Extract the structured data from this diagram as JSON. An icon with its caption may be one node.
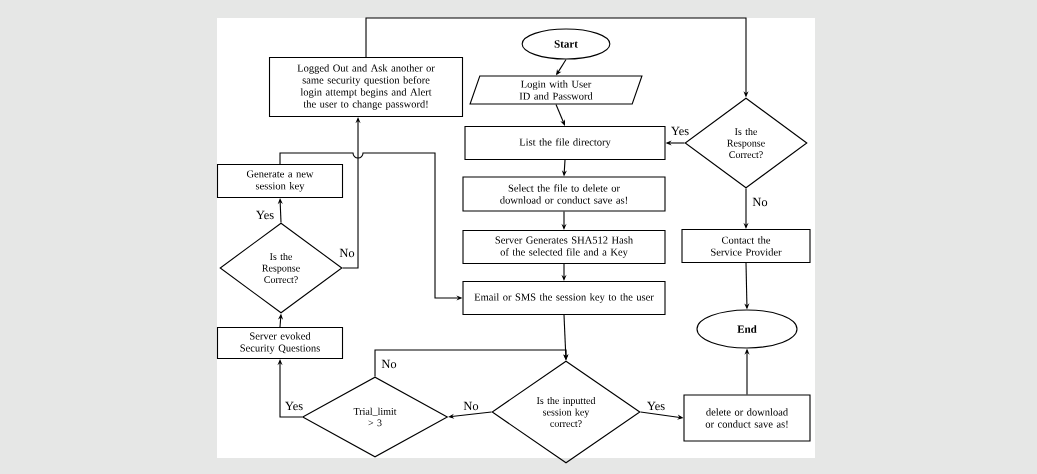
{
  "diagram": {
    "nodes": [
      {
        "text": [
          "Start"
        ]
      },
      {
        "text": [
          "Logged Out and Ask another or same security question before login attempt begins and Alert the user to change password!"
        ]
      },
      {
        "text": [
          "Login with User ID and Password"
        ]
      },
      {
        "text": [
          "List the file directory"
        ]
      },
      {
        "text": [
          "Is the Response Correct?"
        ]
      },
      {
        "text": [
          "Generate a new session key"
        ]
      },
      {
        "text": [
          "Select the file to delete or download or conduct save as!"
        ]
      },
      {
        "text": [
          "Server Generates SHA512 Hash of the selected file and a Key"
        ]
      },
      {
        "text": [
          "Contact the Service Provider"
        ]
      },
      {
        "text": [
          "Is the Response Correct?"
        ]
      },
      {
        "text": [
          "Email or SMS the session key to the user"
        ]
      },
      {
        "text": [
          "End"
        ]
      },
      {
        "text": [
          "Server evoked Security Questions"
        ]
      },
      {
        "text": [
          "Trial_limit > 3"
        ]
      },
      {
        "text": [
          "Is the inputted session key correct?"
        ]
      },
      {
        "text": [
          "delete or download or conduct save as!"
        ]
      }
    ],
    "edges": [
      {
        "from": 0,
        "to": 2,
        "arrow": "to"
      },
      {
        "from": 2,
        "to": 3,
        "arrow": "to"
      },
      {
        "from": 3,
        "to": 6,
        "arrow": "to"
      },
      {
        "from": 6,
        "to": 7,
        "arrow": "to"
      },
      {
        "from": 7,
        "to": 10,
        "arrow": "to"
      },
      {
        "from": 10,
        "to": 14,
        "arrow": "to"
      },
      {
        "from": 14,
        "to": 15,
        "arrow": "to",
        "label": "Yes"
      },
      {
        "from": 15,
        "to": 11,
        "arrow": "to"
      },
      {
        "from": 14,
        "to": 13,
        "arrow": "to",
        "label": "No"
      },
      {
        "from": 13,
        "to": 12,
        "arrow": "to",
        "label": "Yes"
      },
      {
        "from": 13,
        "to": 14,
        "arrow": "to",
        "label": "No"
      },
      {
        "from": 12,
        "to": 9,
        "arrow": "to"
      },
      {
        "from": 9,
        "to": 5,
        "arrow": "to",
        "label": "Yes"
      },
      {
        "from": 9,
        "to": 1,
        "arrow": "to",
        "label": "No"
      },
      {
        "from": 5,
        "to": 10,
        "arrow": "to"
      },
      {
        "from": 1,
        "to": 4,
        "arrow": "to"
      },
      {
        "from": 4,
        "to": 3,
        "arrow": "to",
        "label": "Yes"
      },
      {
        "from": 4,
        "to": 8,
        "arrow": "to",
        "label": "No"
      },
      {
        "from": 8,
        "to": 11,
        "arrow": "to"
      }
    ]
  }
}
